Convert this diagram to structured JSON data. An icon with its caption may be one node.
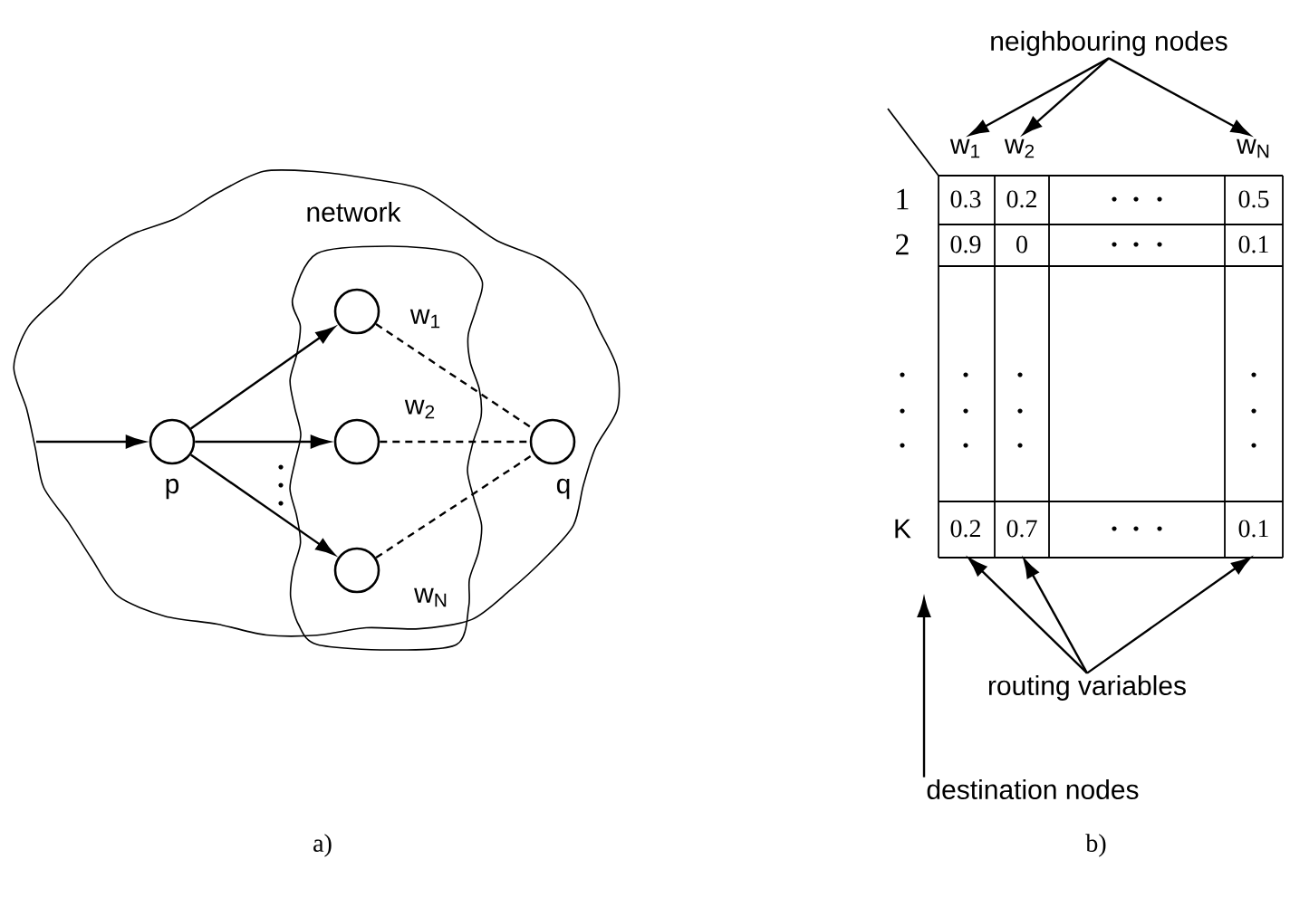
{
  "diagram": {
    "nodes": [
      {
        "text": [
          "network"
        ]
      },
      {
        "text": [],
        "shape": "cloud",
        "in": 0
      },
      {
        "text": [],
        "shape": "circle",
        "beside": [
          "p"
        ],
        "in": 0
      },
      {
        "text": [],
        "shape": "circle",
        "beside": [
          "w$_{1}$"
        ],
        "in": 1
      },
      {
        "text": [],
        "shape": "circle",
        "beside": [
          "w$_{2}$"
        ],
        "in": 1
      },
      {
        "text": [],
        "shape": "circle",
        "beside": [
          "w$_{N}$"
        ],
        "in": 1
      },
      {
        "text": [],
        "shape": "circle",
        "beside": [
          "q"
        ],
        "in": 0
      },
      {
        "text": [
          "neighbouring nodes"
        ]
      },
      {
        "text": [
          "w$_{1}$"
        ]
      },
      {
        "text": [
          "w$_{2}$"
        ]
      },
      {
        "text": [
          "w$_{N}$"
        ]
      },
      {
        "text": [
          "routing variables"
        ]
      },
      {
        "text": [
          "0.2"
        ]
      },
      {
        "text": [
          "0.7"
        ]
      },
      {
        "text": [
          "0.1"
        ]
      },
      {
        "text": [
          "destination nodes"
        ]
      }
    ],
    "edges": [
      {
        "from": null,
        "to": 2,
        "arrow": "to"
      },
      {
        "from": 2,
        "to": 3,
        "arrow": "to"
      },
      {
        "from": 2,
        "to": 4,
        "arrow": "to"
      },
      {
        "from": 2,
        "to": 5,
        "arrow": "to"
      },
      {
        "from": 3,
        "to": 6,
        "arrow": "none",
        "style": "dashed"
      },
      {
        "from": 4,
        "to": 6,
        "arrow": "none",
        "style": "dashed"
      },
      {
        "from": 5,
        "to": 6,
        "arrow": "none",
        "style": "dashed"
      },
      {
        "from": 7,
        "to": 8,
        "arrow": "to"
      },
      {
        "from": 7,
        "to": 9,
        "arrow": "to"
      },
      {
        "from": 7,
        "to": 10,
        "arrow": "to"
      },
      {
        "from": 11,
        "to": 12,
        "arrow": "to"
      },
      {
        "from": 11,
        "to": 13,
        "arrow": "to"
      },
      {
        "from": 11,
        "to": 14,
        "arrow": "to"
      },
      {
        "from": 15,
        "to": null,
        "arrow": "to"
      }
    ],
    "labels": [
      "1",
      "0.3",
      "0.2",
      "0.5",
      "2",
      "0.9",
      "0",
      "0.1",
      "K",
      "a)",
      "b)"
    ]
  }
}
